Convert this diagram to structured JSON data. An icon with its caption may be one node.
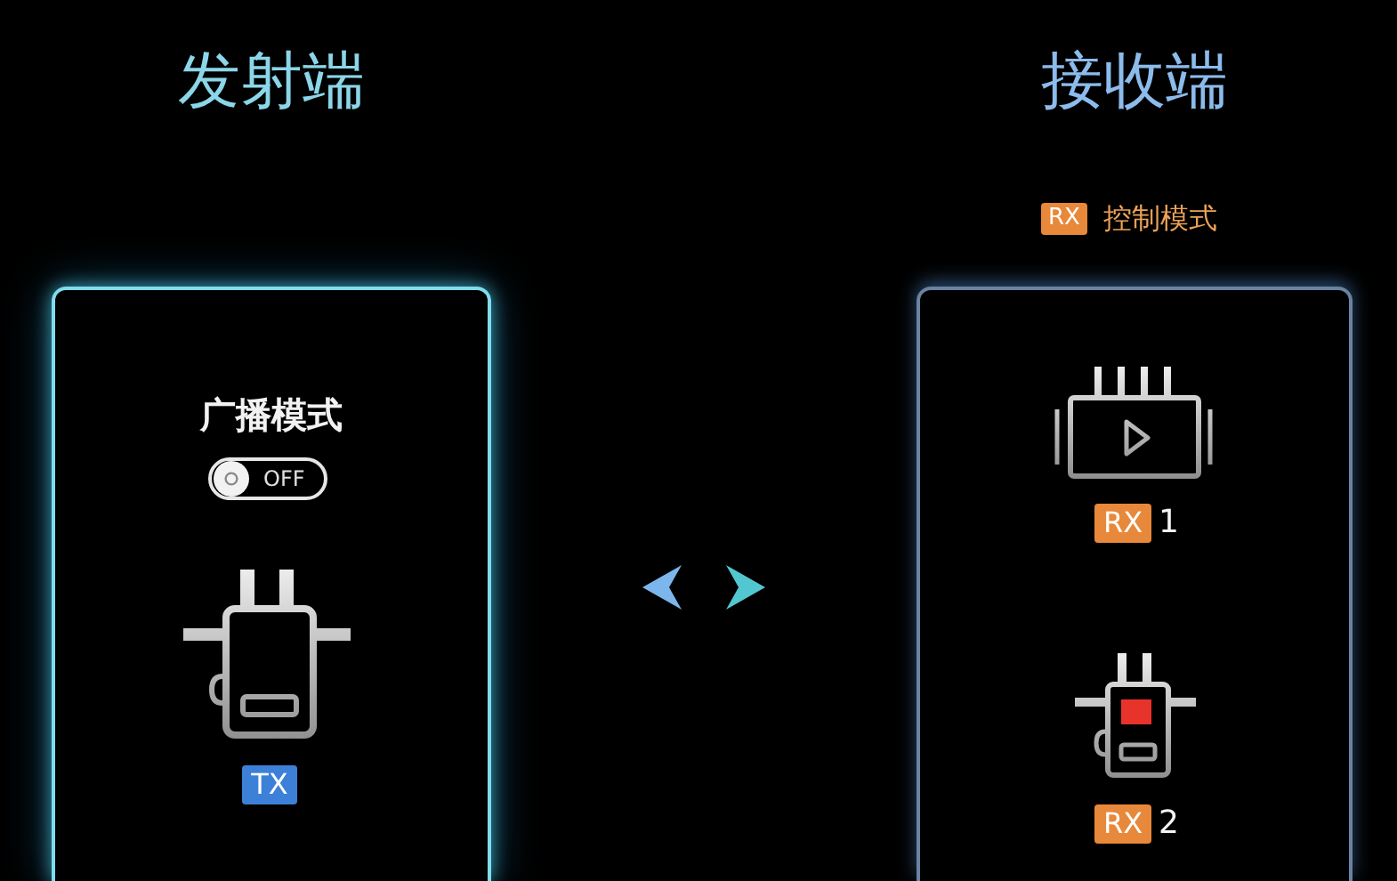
{
  "diagram": {
    "nodes": [
      {
        "text": [
          "RX"
        ],
        "beside": [
          "控制模式"
        ]
      },
      {
        "text": [
          "广播模式"
        ]
      },
      {
        "text": [
          "OFF"
        ],
        "in": 1
      },
      {
        "text": [
          "TX"
        ],
        "in": 1
      },
      {
        "text": [],
        "shape": "box"
      },
      {
        "text": [
          "RX"
        ],
        "in": 4,
        "beside": [
          "1"
        ]
      },
      {
        "text": [
          "RX"
        ],
        "in": 4,
        "beside": [
          "2"
        ]
      }
    ],
    "edges": [
      {
        "from": 1,
        "to": 4,
        "arrow": "both"
      }
    ],
    "labels": [
      "发射端",
      "接收端"
    ]
  }
}
